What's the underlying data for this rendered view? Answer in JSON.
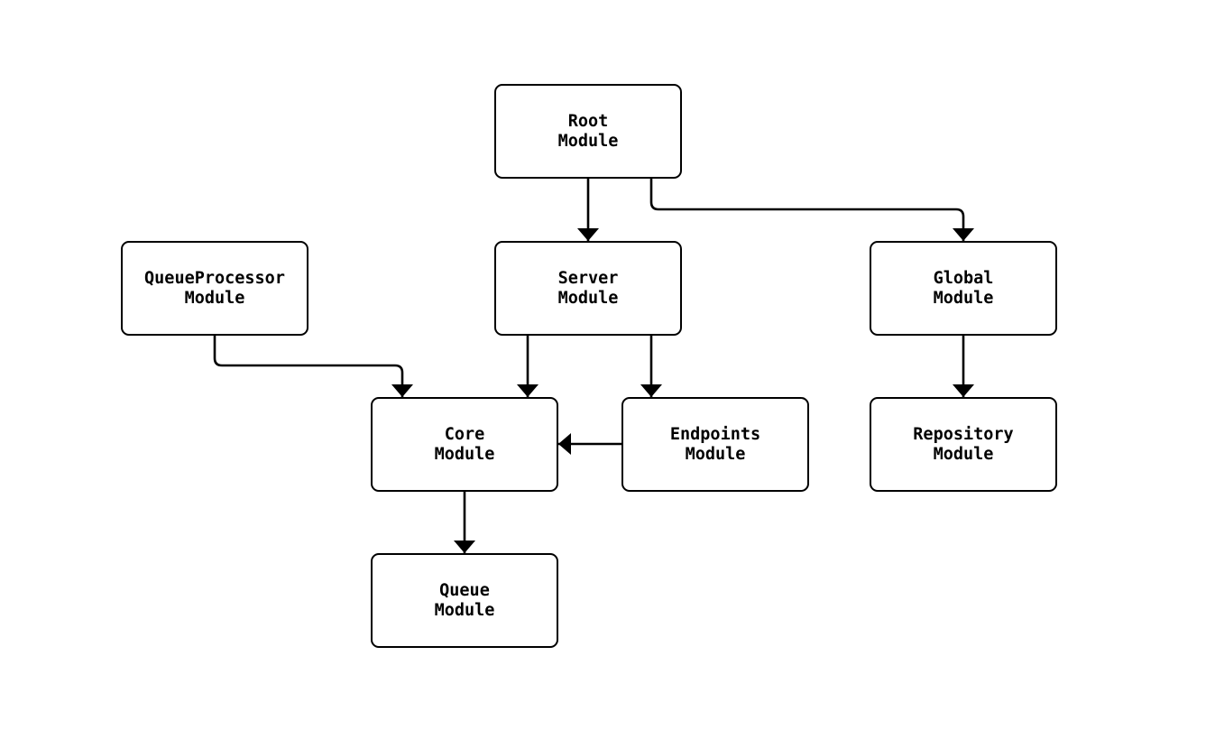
{
  "diagram": {
    "type": "flowchart",
    "background_color": "#ffffff",
    "stroke_color": "#000000",
    "text_color": "#000000",
    "nodes": [
      {
        "id": "root",
        "line1": "Root",
        "line2": "Module"
      },
      {
        "id": "queueprocessor",
        "line1": "QueueProcessor",
        "line2": "Module"
      },
      {
        "id": "server",
        "line1": "Server",
        "line2": "Module"
      },
      {
        "id": "global",
        "line1": "Global",
        "line2": "Module"
      },
      {
        "id": "core",
        "line1": "Core",
        "line2": "Module"
      },
      {
        "id": "endpoints",
        "line1": "Endpoints",
        "line2": "Module"
      },
      {
        "id": "repository",
        "line1": "Repository",
        "line2": "Module"
      },
      {
        "id": "queue",
        "line1": "Queue",
        "line2": "Module"
      }
    ],
    "edges": [
      {
        "from": "Root Module",
        "to": "Server Module"
      },
      {
        "from": "Root Module",
        "to": "Global Module"
      },
      {
        "from": "QueueProcessor Module",
        "to": "Core Module"
      },
      {
        "from": "Server Module",
        "to": "Core Module"
      },
      {
        "from": "Server Module",
        "to": "Endpoints Module"
      },
      {
        "from": "Endpoints Module",
        "to": "Core Module"
      },
      {
        "from": "Global Module",
        "to": "Repository Module"
      },
      {
        "from": "Core Module",
        "to": "Queue Module"
      }
    ]
  }
}
